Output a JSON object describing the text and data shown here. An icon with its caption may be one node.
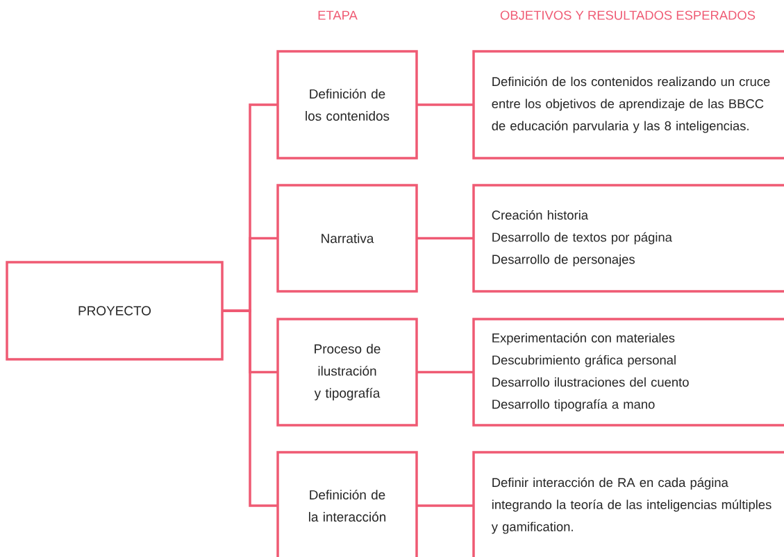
{
  "diagram": {
    "nodes": [
      {
        "text": [
          "PROYECTO"
        ]
      },
      {
        "text": [
          "Definición de los contenidos"
        ]
      },
      {
        "text": [
          "Narrativa"
        ]
      },
      {
        "text": [
          "Proceso de ilustración y tipografía"
        ]
      },
      {
        "text": [
          "Definición de la interacción"
        ]
      },
      {
        "text": [
          "Definición de los contenidos realizando un cruce entre los objetivos de aprendizaje de las BBCC de educación parvularia y las 8 inteligencias."
        ]
      },
      {
        "text": [
          "Creación historia",
          "Desarrollo de textos por página",
          "Desarrollo de personajes"
        ]
      },
      {
        "text": [
          "Experimentación con materiales",
          "Descubrimiento gráfica personal",
          "Desarrollo ilustraciones del cuento",
          "Desarrollo tipografía a mano"
        ]
      },
      {
        "text": [
          "Definir interacción de RA en cada página integrando la teoría de las inteligencias múltiples y gamification."
        ]
      }
    ],
    "edges": [
      {
        "from": 0,
        "to": 1,
        "arrow": "none"
      },
      {
        "from": 0,
        "to": 2,
        "arrow": "none"
      },
      {
        "from": 0,
        "to": 3,
        "arrow": "none"
      },
      {
        "from": 0,
        "to": 4,
        "arrow": "none"
      },
      {
        "from": 1,
        "to": 5,
        "arrow": "none"
      },
      {
        "from": 2,
        "to": 6,
        "arrow": "none"
      },
      {
        "from": 3,
        "to": 7,
        "arrow": "none"
      },
      {
        "from": 4,
        "to": 8,
        "arrow": "none"
      }
    ],
    "labels": [
      "ETAPA",
      "OBJETIVOS Y RESULTADOS ESPERADOS"
    ]
  }
}
